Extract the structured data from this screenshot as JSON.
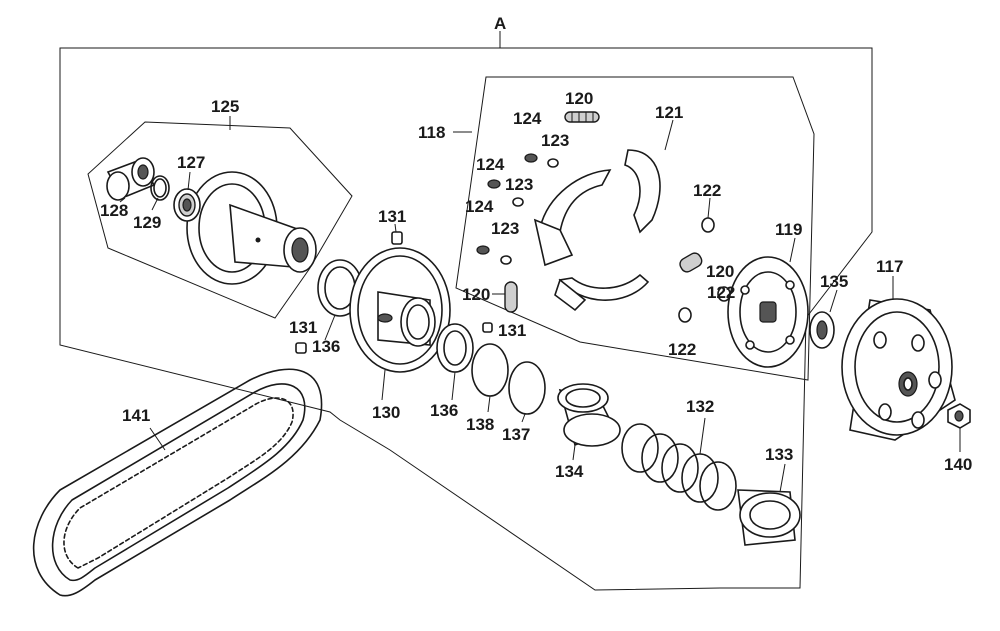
{
  "diagram": {
    "assembly_label": "A",
    "callouts": {
      "p117": "117",
      "p118": "118",
      "p119": "119",
      "p120a": "120",
      "p120b": "120",
      "p120c": "120",
      "p121": "121",
      "p122a": "122",
      "p122b": "122",
      "p122c": "122",
      "p123a": "123",
      "p123b": "123",
      "p123c": "123",
      "p124a": "124",
      "p124b": "124",
      "p124c": "124",
      "p125": "125",
      "p127": "127",
      "p128": "128",
      "p129": "129",
      "p130": "130",
      "p131a": "131",
      "p131b": "131",
      "p131c": "131",
      "p132": "132",
      "p133": "133",
      "p134": "134",
      "p135": "135",
      "p136a": "136",
      "p136b": "136",
      "p137": "137",
      "p138": "138",
      "p140": "140",
      "p141": "141"
    }
  }
}
